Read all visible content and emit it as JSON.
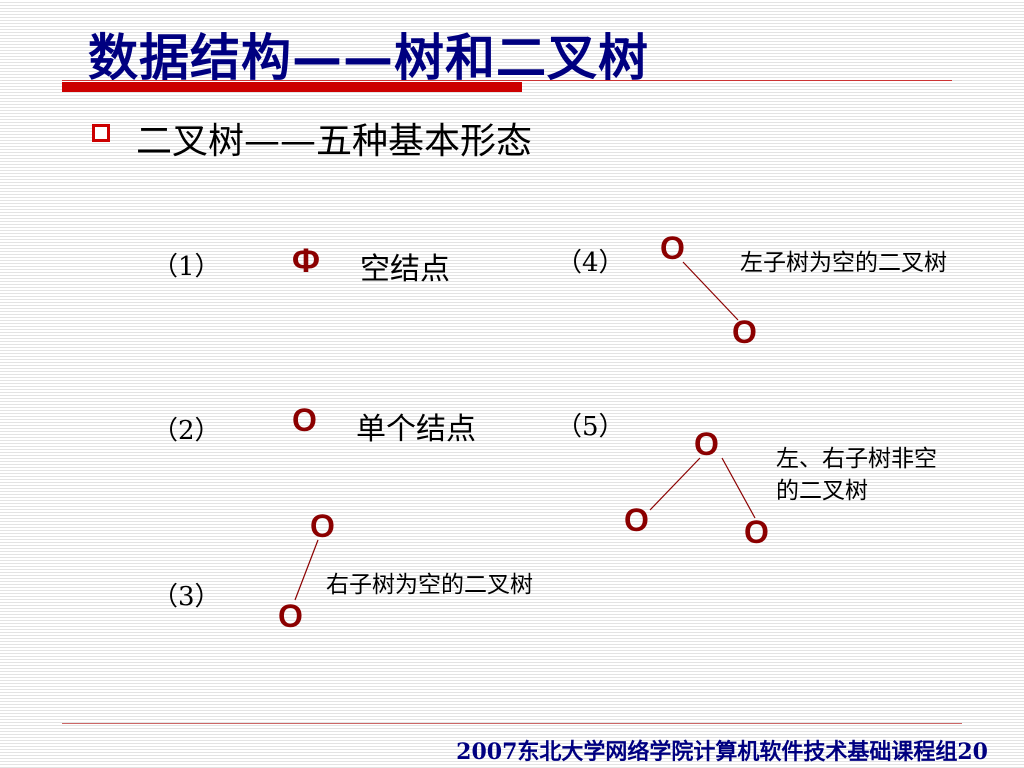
{
  "title": "数据结构——树和二叉树",
  "subtitle": "二叉树——五种基本形态",
  "forms": {
    "f1": {
      "num": "（1）",
      "symbol": "Φ",
      "label": "空结点"
    },
    "f2": {
      "num": "（2）",
      "node": "O",
      "label": "单个结点"
    },
    "f3": {
      "num": "（3）",
      "root": "O",
      "child": "O",
      "label": "右子树为空的二叉树"
    },
    "f4": {
      "num": "（4）",
      "root": "O",
      "child": "O",
      "label": "左子树为空的二叉树"
    },
    "f5": {
      "num": "（5）",
      "root": "O",
      "left": "O",
      "right": "O",
      "label_line1": "左、右子树非空",
      "label_line2": "的二叉树"
    }
  },
  "footer": "2007东北大学网络学院计算机软件技术基础课程组20",
  "colors": {
    "title": "#000080",
    "accent": "#cc0000",
    "node": "#8b0000"
  }
}
